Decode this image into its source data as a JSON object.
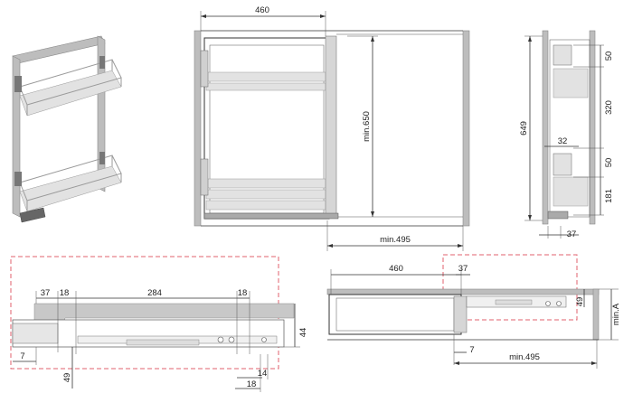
{
  "front_view": {
    "width": "460",
    "height": "min.650",
    "depth": "min.495"
  },
  "side_view": {
    "height": "649",
    "top_gap": "50",
    "shelf_gap": "320",
    "mid_gap": "50",
    "bottom_gap": "181",
    "bracket": "32",
    "offset": "37"
  },
  "rail_detail": {
    "d1": "37",
    "d2": "18",
    "d3": "284",
    "d4": "18",
    "height": "44",
    "left": "7",
    "below": "49",
    "b1": "18",
    "b2": "14"
  },
  "top_view": {
    "width": "460",
    "offset": "37",
    "depth": "49",
    "min_a": "min.A",
    "left": "7",
    "min_depth": "min.495"
  }
}
